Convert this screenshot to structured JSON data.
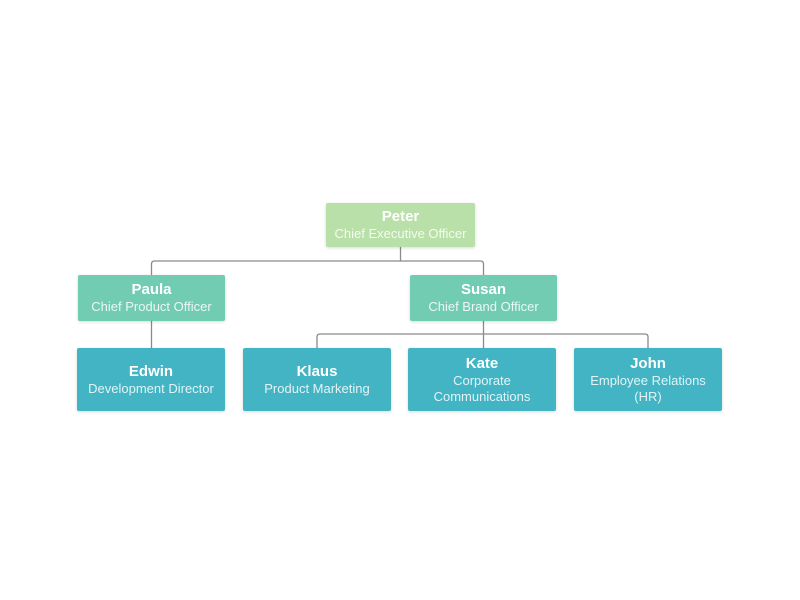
{
  "page": {
    "background": "#ffffff"
  },
  "colors": {
    "page_bg": "#ffffff",
    "level1_fill": "#b9e0a8",
    "level2_fill": "#72ccb2",
    "level3_fill": "#42b4c4",
    "connector": "#8a8a8a",
    "name_text": "#ffffff",
    "title_text": "#ffffff"
  },
  "org_chart": {
    "type": "organization-chart",
    "nodes": [
      {
        "id": "peter",
        "name": "Peter",
        "title": "Chief Executive Officer",
        "level": 1,
        "reports_to": null
      },
      {
        "id": "paula",
        "name": "Paula",
        "title": "Chief Product Officer",
        "level": 2,
        "reports_to": "Peter"
      },
      {
        "id": "susan",
        "name": "Susan",
        "title": "Chief Brand Officer",
        "level": 2,
        "reports_to": "Peter"
      },
      {
        "id": "edwin",
        "name": "Edwin",
        "title": "Development Director",
        "level": 3,
        "reports_to": "Paula"
      },
      {
        "id": "klaus",
        "name": "Klaus",
        "title": "Product Marketing",
        "level": 3,
        "reports_to": "Susan"
      },
      {
        "id": "kate",
        "name": "Kate",
        "title": "Corporate Communications",
        "level": 3,
        "reports_to": "Susan"
      },
      {
        "id": "john",
        "name": "John",
        "title": "Employee Relations (HR)",
        "level": 3,
        "reports_to": "Susan"
      }
    ]
  }
}
